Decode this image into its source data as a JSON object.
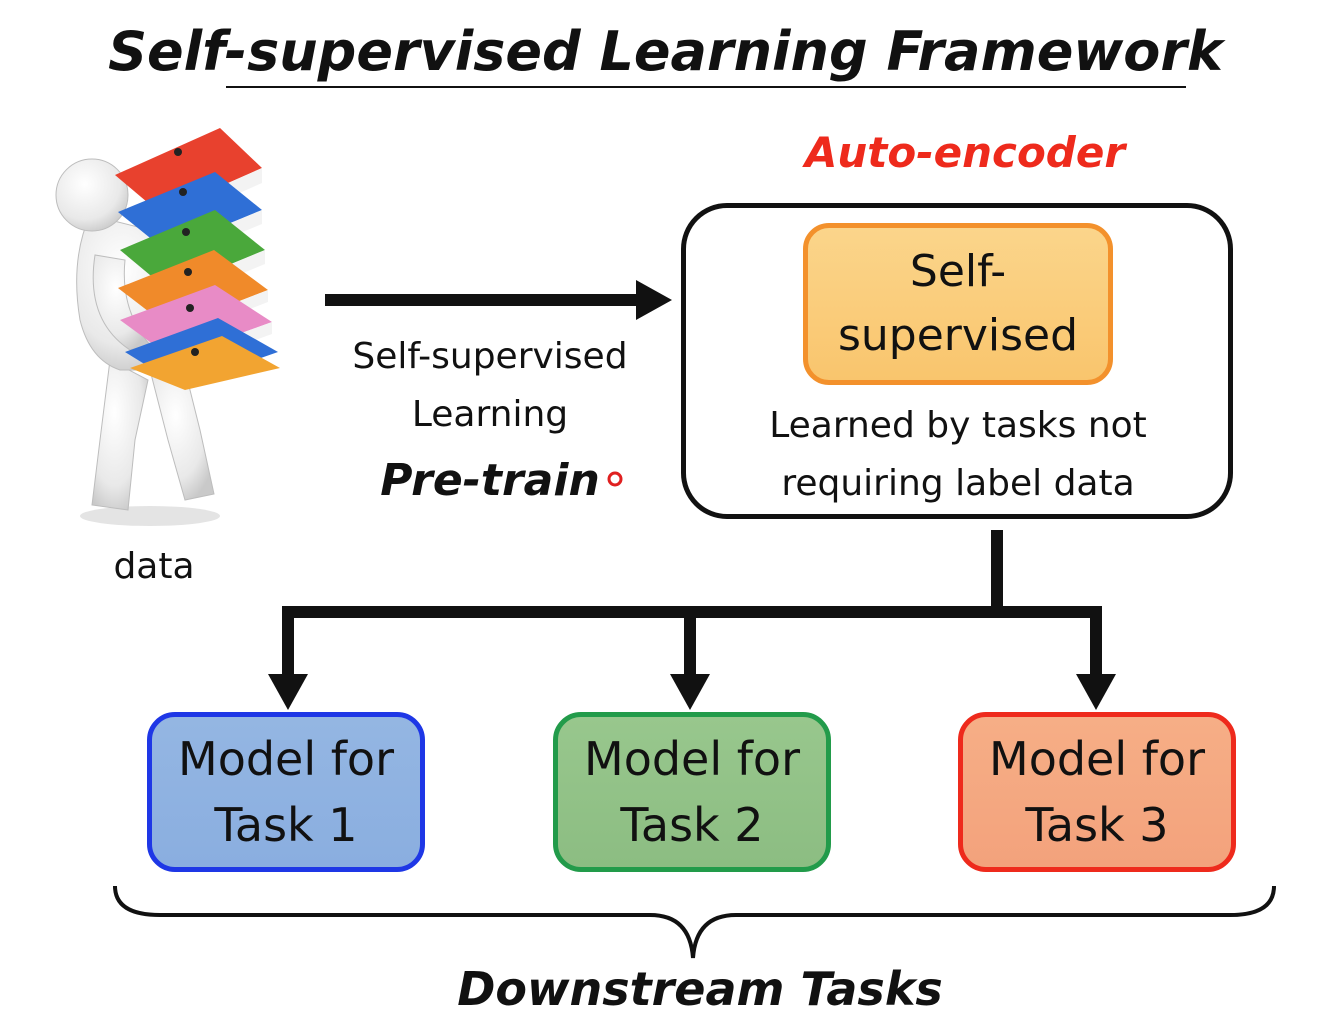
{
  "title": "Self-supervised Learning Framework",
  "data_label": "data",
  "arrow_label": {
    "line1": "Self-supervised",
    "line2": "Learning",
    "emphasis": "Pre-train"
  },
  "autoencoder": {
    "label": "Auto-encoder",
    "inner_box": {
      "line1": "Self-",
      "line2": "supervised"
    },
    "description": {
      "line1": "Learned by tasks not",
      "line2": "requiring label data"
    }
  },
  "tasks": [
    {
      "line1": "Model for",
      "line2": "Task 1",
      "color": "#1e37e6"
    },
    {
      "line1": "Model for",
      "line2": "Task 2",
      "color": "#229b4a"
    },
    {
      "line1": "Model for",
      "line2": "Task 3",
      "color": "#ee2a1c"
    }
  ],
  "downstream_label": "Downstream Tasks",
  "colors": {
    "accent_red": "#ee2a1c",
    "self_supervised_box": "#f9c56d",
    "line": "#111111"
  }
}
